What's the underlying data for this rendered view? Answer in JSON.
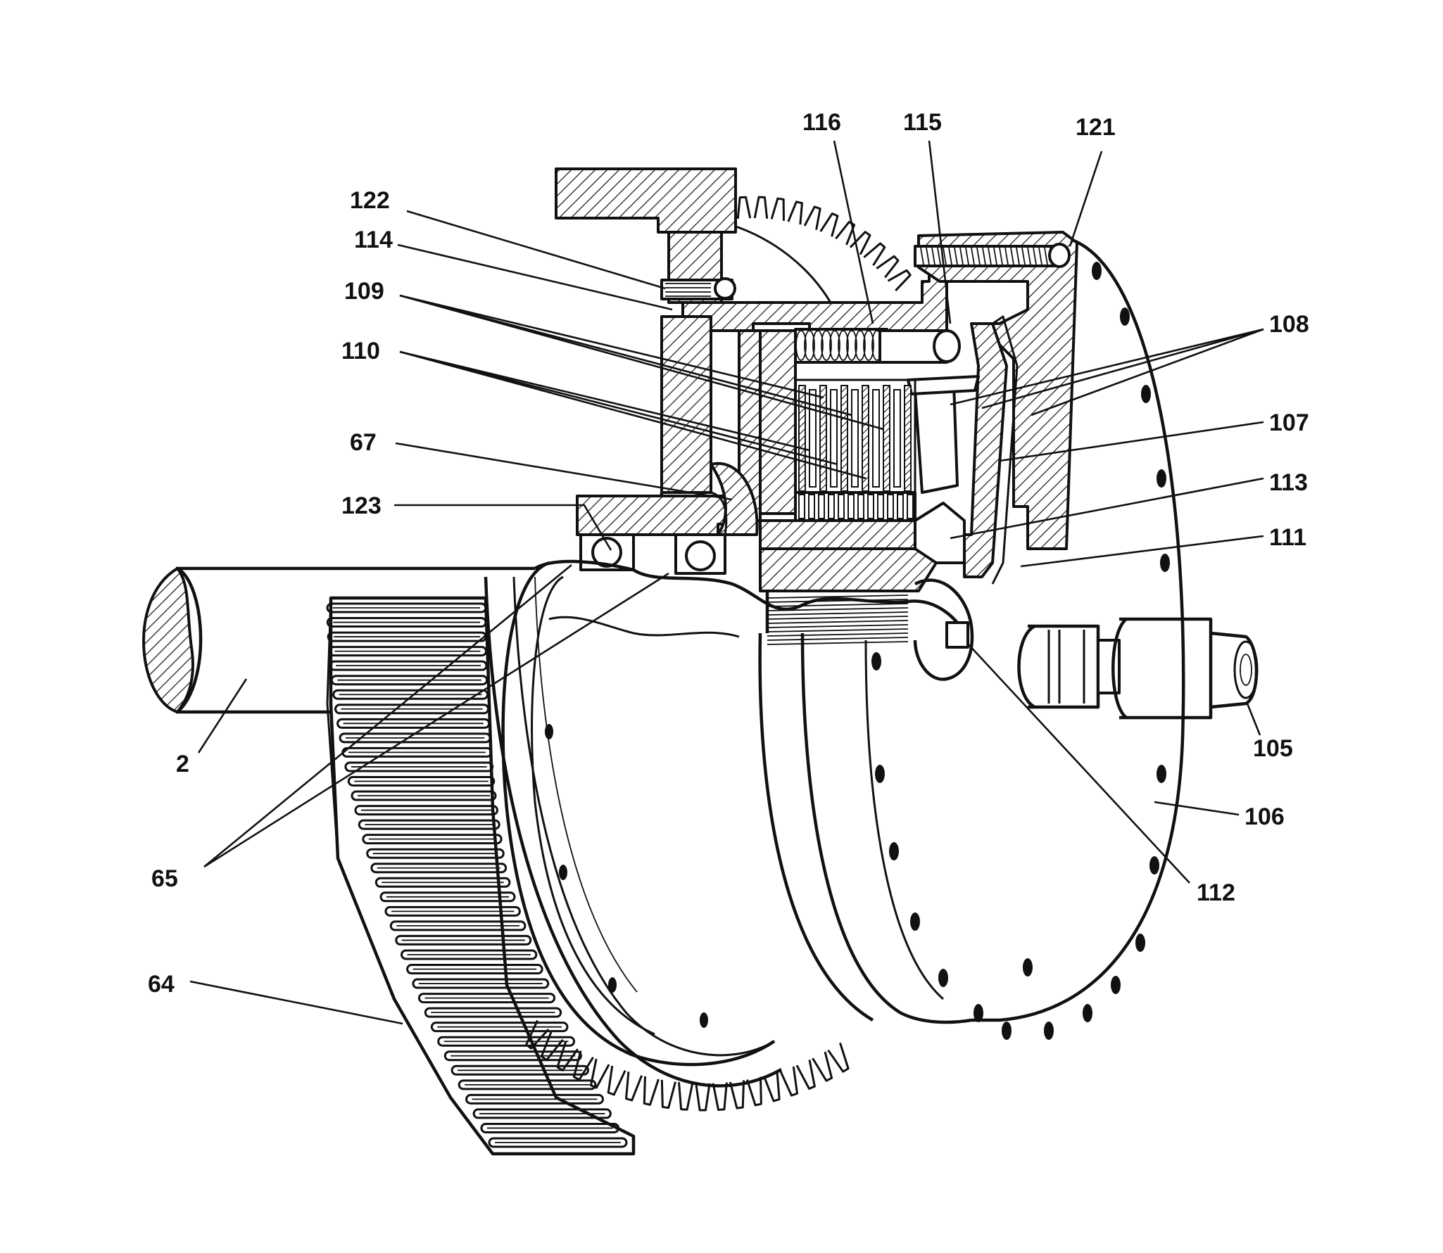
{
  "labels": {
    "l116": "116",
    "l115": "115",
    "l121": "121",
    "l122": "122",
    "l114": "114",
    "l109": "109",
    "l110": "110",
    "l67": "67",
    "l123": "123",
    "l108": "108",
    "l107": "107",
    "l113": "113",
    "l111": "111",
    "l105": "105",
    "l106": "106",
    "l112": "112",
    "l2": "2",
    "l65": "65",
    "l64": "64"
  }
}
